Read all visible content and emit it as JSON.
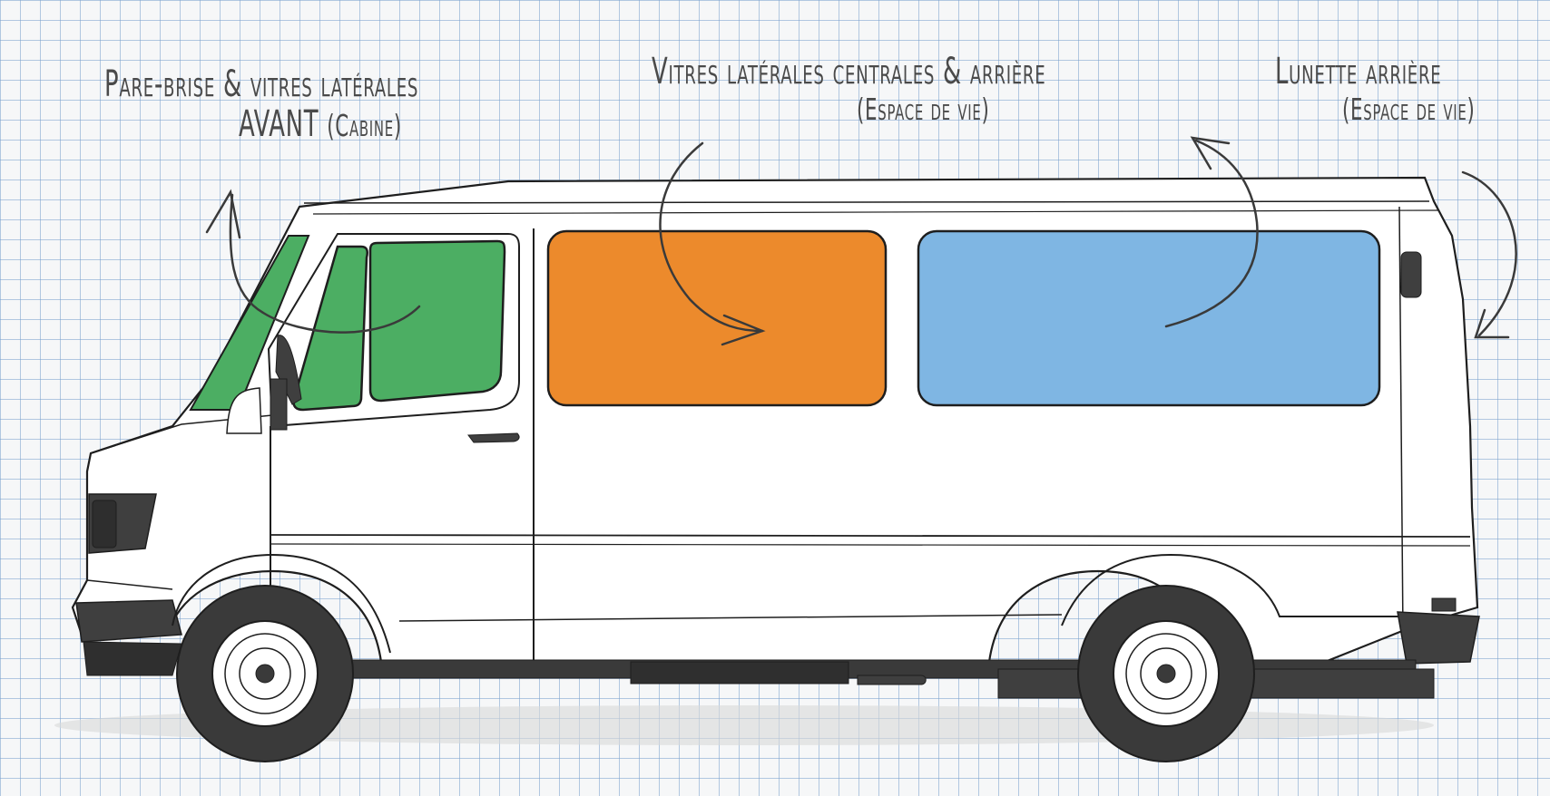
{
  "labels": {
    "front": {
      "line1": "Pare-brise & vitres latérales",
      "line2": "AVANT",
      "line2_paren": "(Cabine)"
    },
    "middle": {
      "line1": "Vitres latérales centrales & arrière",
      "line2": "(Espace de vie)"
    },
    "rear": {
      "line1": "Lunette arrière",
      "line2": "(Espace de vie)"
    }
  },
  "colors": {
    "front_windows": "#4cae63",
    "middle_window": "#ec8a2c",
    "rear_window": "#7fb6e3",
    "outline": "#1e1e1e",
    "text": "#4a4a4a",
    "tire": "#3c3c3c"
  }
}
